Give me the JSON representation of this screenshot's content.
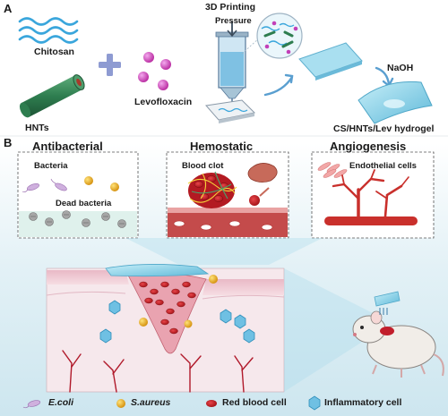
{
  "panel_a": {
    "label": "A",
    "chitosan": "Chitosan",
    "hnts": "HNTs",
    "levofloxacin": "Levofloxacin",
    "printing": "3D Printing",
    "pressure": "Pressure",
    "naoh": "NaOH",
    "product": "CS/HNTs/Lev hydrogel"
  },
  "panel_b": {
    "label": "B",
    "antibacterial": {
      "title": "Antibacterial",
      "bacteria": "Bacteria",
      "dead": "Dead bacteria"
    },
    "hemostatic": {
      "title": "Hemostatic",
      "clot": "Blood clot"
    },
    "angiogenesis": {
      "title": "Angiogenesis",
      "endothelial": "Endothelial cells"
    }
  },
  "legend": {
    "ecoli": "E.coli",
    "saureus": "S.aureus",
    "rbc": "Red blood cell",
    "inflammatory": "Inflammatory cell"
  },
  "colors": {
    "chitosan_wave": "#3aa6dc",
    "hnt_tube": "#2e7d4f",
    "levofloxacin": "#c23fb8",
    "gel": "#8fd3ea",
    "blood": "#c4161c",
    "saureus": "#e8a91c",
    "skin": "#f3d6dc"
  }
}
